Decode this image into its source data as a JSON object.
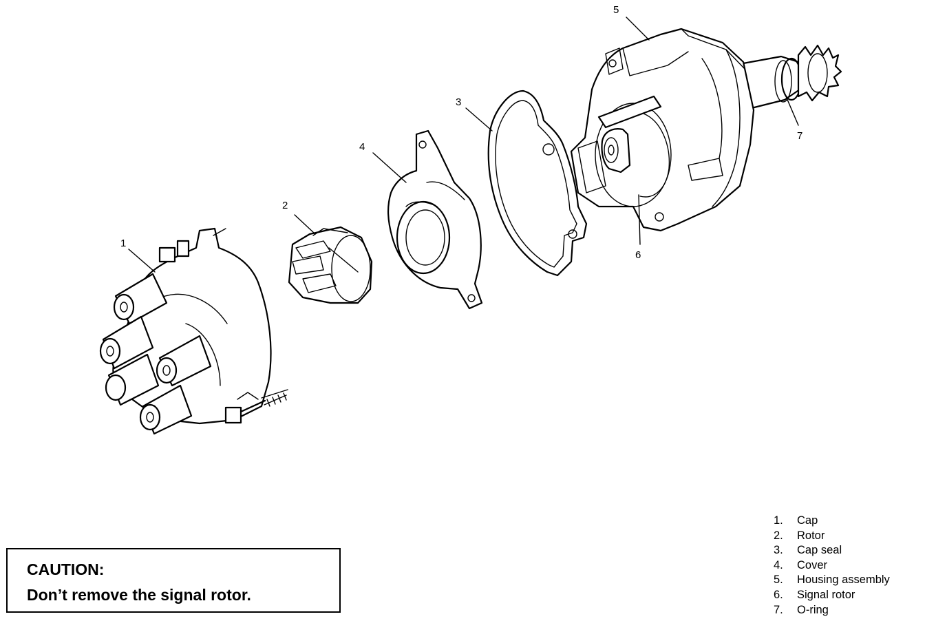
{
  "callouts": [
    "1",
    "2",
    "3",
    "4",
    "5",
    "6",
    "7"
  ],
  "legend": [
    {
      "num": "1.",
      "label": "Cap"
    },
    {
      "num": "2.",
      "label": "Rotor"
    },
    {
      "num": "3.",
      "label": "Cap seal"
    },
    {
      "num": "4.",
      "label": "Cover"
    },
    {
      "num": "5.",
      "label": "Housing assembly"
    },
    {
      "num": "6.",
      "label": "Signal rotor"
    },
    {
      "num": "7.",
      "label": "O-ring"
    }
  ],
  "caution": {
    "title": "CAUTION:",
    "text": "Don’t remove the signal rotor."
  },
  "colors": {
    "ink": "#000000",
    "background": "#ffffff"
  }
}
